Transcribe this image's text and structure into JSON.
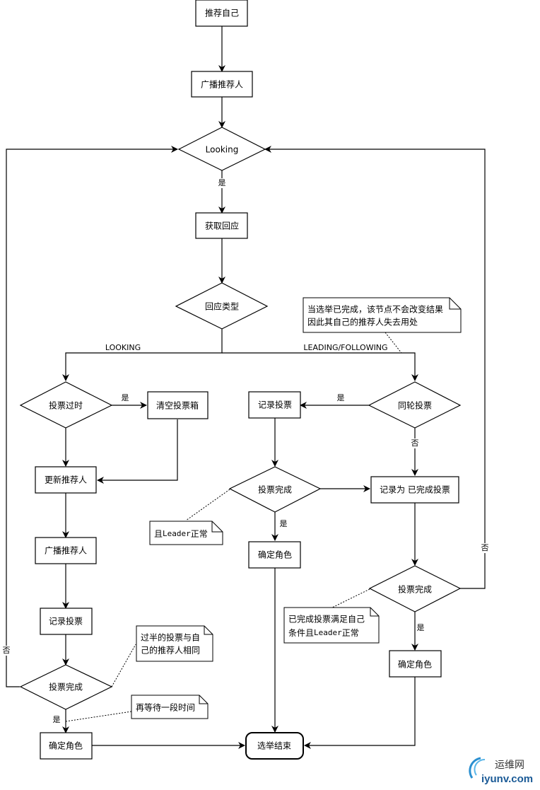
{
  "nodes": {
    "recommend_self": "推荐自己",
    "broadcast_top": "广播推荐人",
    "looking": "Looking",
    "get_response": "获取回应",
    "response_type": "回应类型",
    "vote_stale": "投票过时",
    "clear_ballot": "清空投票箱",
    "update_recommend": "更新推荐人",
    "broadcast_left": "广播推荐人",
    "record_vote_left": "记录投票",
    "vote_done_left": "投票完成",
    "decide_role_left": "确定角色",
    "record_vote_mid": "记录投票",
    "vote_done_mid": "投票完成",
    "decide_role_mid": "确定角色",
    "same_round": "同轮投票",
    "record_completed": "记录为 已完成投票",
    "vote_done_right": "投票完成",
    "decide_role_right": "确定角色",
    "election_end": "选举结束"
  },
  "edge_labels": {
    "looking_yes": "是",
    "branch_looking": "LOOKING",
    "branch_leading": "LEADING/FOLLOWING",
    "stale_yes": "是",
    "same_round_yes": "是",
    "same_round_no": "否",
    "mid_done_yes": "是",
    "right_done_yes": "是",
    "right_done_no": "否",
    "left_done_no": "否",
    "left_done_yes": "是"
  },
  "notes": {
    "election_done": [
      "当选举已完成，该节点不会改变结果",
      "因此其自己的推荐人失去用处"
    ],
    "leader_ok": {
      "prefix": "且",
      "mono": "Leader",
      "suffix": "正常"
    },
    "completed_cond": {
      "line1": "已完成投票满足自己",
      "line2_prefix": "条件且",
      "line2_mono": "Leader",
      "line2_suffix": "正常"
    },
    "majority": [
      "过半的投票与自",
      "己的推荐人相同"
    ],
    "wait": "再等待一段时间"
  },
  "watermark": {
    "cn": "运维网",
    "en": "iyunv.com",
    "color": "#1a5a96"
  }
}
